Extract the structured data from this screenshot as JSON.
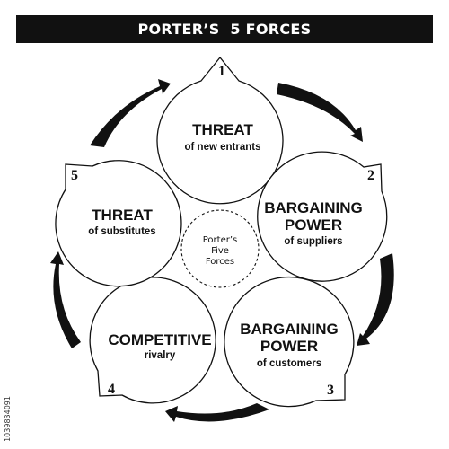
{
  "title": "PORTER’S  5 FORCES",
  "center_label": [
    "Porter’s",
    "Five",
    "Forces"
  ],
  "forces": [
    {
      "number": "1",
      "main": [
        "THREAT"
      ],
      "sub": "of new entrants"
    },
    {
      "number": "2",
      "main": [
        "BARGAINING",
        "POWER"
      ],
      "sub": "of suppliers"
    },
    {
      "number": "3",
      "main": [
        "BARGAINING",
        "POWER"
      ],
      "sub": "of customers"
    },
    {
      "number": "4",
      "main": [
        "COMPETITIVE"
      ],
      "sub": "rivalry"
    },
    {
      "number": "5",
      "main": [
        "THREAT"
      ],
      "sub": "of substitutes"
    }
  ],
  "watermark": "1039834091",
  "colors": {
    "ink": "#111111",
    "background": "#ffffff"
  }
}
